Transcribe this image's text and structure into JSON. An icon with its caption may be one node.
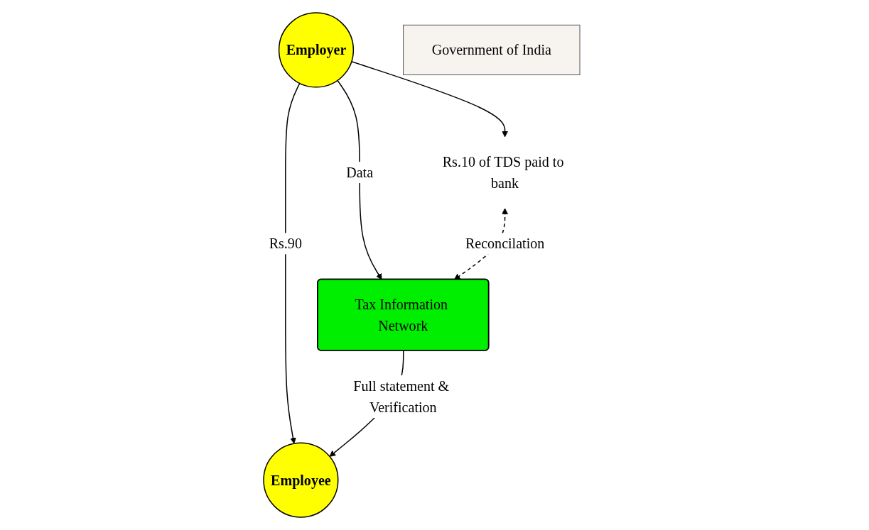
{
  "diagram": {
    "nodes": [
      {
        "text": [
          "Employer"
        ]
      },
      {
        "text": [
          "Employee"
        ]
      },
      {
        "text": [
          "Rs.10 of TDS paid to bank"
        ]
      },
      {
        "text": [
          "Tax Information Network"
        ]
      },
      {
        "text": [
          "Government of India"
        ]
      }
    ],
    "edges": [
      {
        "from": 0,
        "to": 1,
        "arrow": "to",
        "label": "Rs.90"
      },
      {
        "from": 0,
        "to": 2,
        "arrow": "to"
      },
      {
        "from": 0,
        "to": 3,
        "arrow": "to",
        "label": "Data"
      },
      {
        "from": 3,
        "to": 1,
        "arrow": "to",
        "label": "Full statement & Verification"
      },
      {
        "from": 2,
        "to": 3,
        "arrow": "both",
        "label": "Reconcilation",
        "style": "dashed"
      }
    ]
  }
}
